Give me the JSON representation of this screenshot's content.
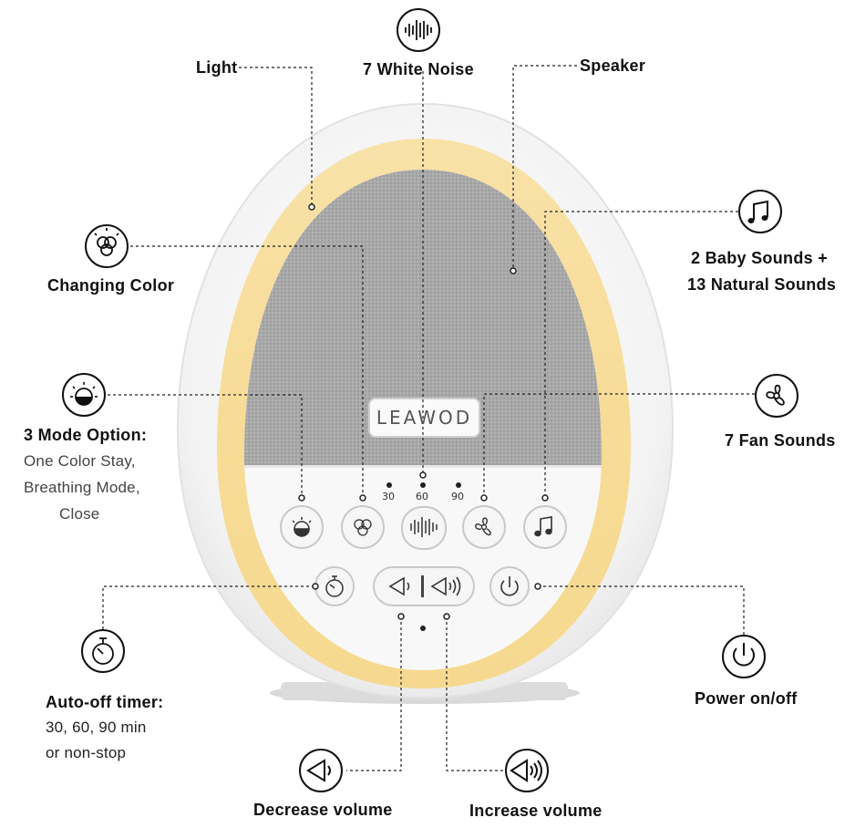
{
  "brand": "LEAWOD",
  "timer_marks": [
    "30",
    "60",
    "90"
  ],
  "labels": {
    "light": "Light",
    "white_noise": "7 White Noise",
    "speaker": "Speaker",
    "changing_color": "Changing Color",
    "baby_sounds_line1": "2 Baby Sounds +",
    "baby_sounds_line2": "13 Natural Sounds",
    "mode_option_title": "3 Mode Option:",
    "mode_option_line1": "One Color Stay,",
    "mode_option_line2": "Breathing Mode,",
    "mode_option_line3": "Close",
    "fan_sounds": "7 Fan Sounds",
    "auto_off_title": "Auto-off timer:",
    "auto_off_line1": "30, 60, 90 min",
    "auto_off_line2": "or non-stop",
    "power": "Power on/off",
    "decrease_volume": "Decrease volume",
    "increase_volume": "Increase volume"
  },
  "icons": {
    "white_noise": "soundwave-icon",
    "changing_color": "color-circles-icon",
    "mode": "half-light-bulb-icon",
    "music": "music-note-icon",
    "fan": "fan-icon",
    "timer": "stopwatch-icon",
    "power": "power-icon",
    "volume_down": "volume-down-icon",
    "volume_up": "volume-up-icon"
  },
  "colors": {
    "light_ring": "#f7dfa0",
    "speaker_fabric": "#a9a9a9",
    "device_body": "#f6f6f6",
    "text": "#111111"
  }
}
